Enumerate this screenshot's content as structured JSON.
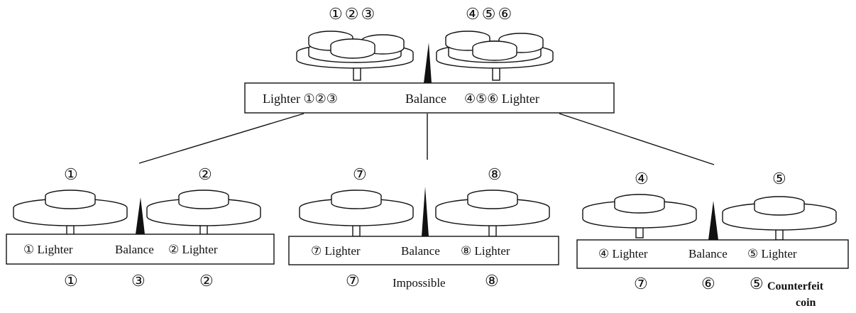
{
  "top": {
    "left_coins": "①②③",
    "right_coins": "④⑤⑥",
    "result_bar": {
      "left": "Lighter ①②③",
      "middle": "Balance",
      "right": "④⑤⑥ Lighter"
    }
  },
  "branches": [
    {
      "left_coin": "①",
      "right_coin": "②",
      "bar": {
        "left": "① Lighter",
        "middle": "Balance",
        "right": "② Lighter"
      },
      "outcomes": [
        "①",
        "③",
        "②"
      ]
    },
    {
      "left_coin": "⑦",
      "right_coin": "⑧",
      "bar": {
        "left": "⑦ Lighter",
        "middle": "Balance",
        "right": "⑧ Lighter"
      },
      "outcomes": [
        "⑦",
        "Impossible",
        "⑧"
      ]
    },
    {
      "left_coin": "④",
      "right_coin": "⑤",
      "bar": {
        "left": "④ Lighter",
        "middle": "Balance",
        "right": "⑤ Lighter"
      },
      "outcomes": [
        "⑦",
        "⑥",
        "⑤"
      ],
      "final_note": [
        "Counterfeit",
        "coin"
      ]
    }
  ]
}
